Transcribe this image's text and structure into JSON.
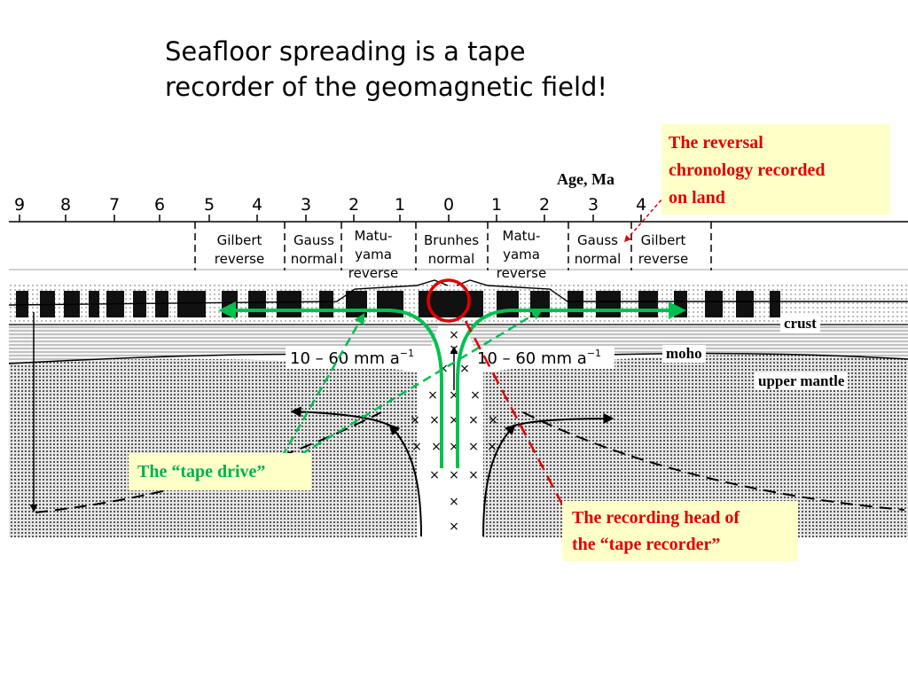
{
  "title": "Seafloor spreading is a tape recorder of the geomagnetic field!",
  "title_lines": [
    "Seafloor spreading is a tape",
    "recorder of the geomagnetic field!"
  ],
  "age_label": "Age, Ma",
  "age_ticks_left": [
    "9",
    "8",
    "7",
    "6",
    "5",
    "4",
    "3",
    "2",
    "1",
    "0"
  ],
  "age_ticks_right": [
    "1",
    "2",
    "3",
    "4"
  ],
  "epochs": [
    {
      "lines": [
        "Gilbert",
        "reverse"
      ]
    },
    {
      "lines": [
        "Gauss",
        "normal"
      ]
    },
    {
      "lines": [
        "Matu-",
        "yama",
        "reverse"
      ]
    },
    {
      "lines": [
        "Brunhes",
        "normal"
      ]
    },
    {
      "lines": [
        "Matu-",
        "yama",
        "reverse"
      ]
    },
    {
      "lines": [
        "Gauss",
        "normal"
      ]
    },
    {
      "lines": [
        "Gilbert",
        "reverse"
      ]
    }
  ],
  "rate_label_left": "10 – 60 mm a",
  "rate_label_right": "10 – 60 mm a",
  "rate_exponent": "−1",
  "layers": {
    "crust": "crust",
    "moho": "moho",
    "upper_mantle": "upper mantle"
  },
  "callouts": {
    "reversal_chronology": [
      "The reversal",
      "chronology recorded",
      "on land"
    ],
    "tape_drive": "The “tape drive”",
    "recording_head": [
      "The recording head of",
      "the “tape recorder”"
    ]
  },
  "colors": {
    "red": "#e00000",
    "green": "#00c050",
    "callout_bg": "#ffffc8",
    "crust_fill": "#f3f3f3",
    "mantle_fill": "#d8d8d8"
  }
}
